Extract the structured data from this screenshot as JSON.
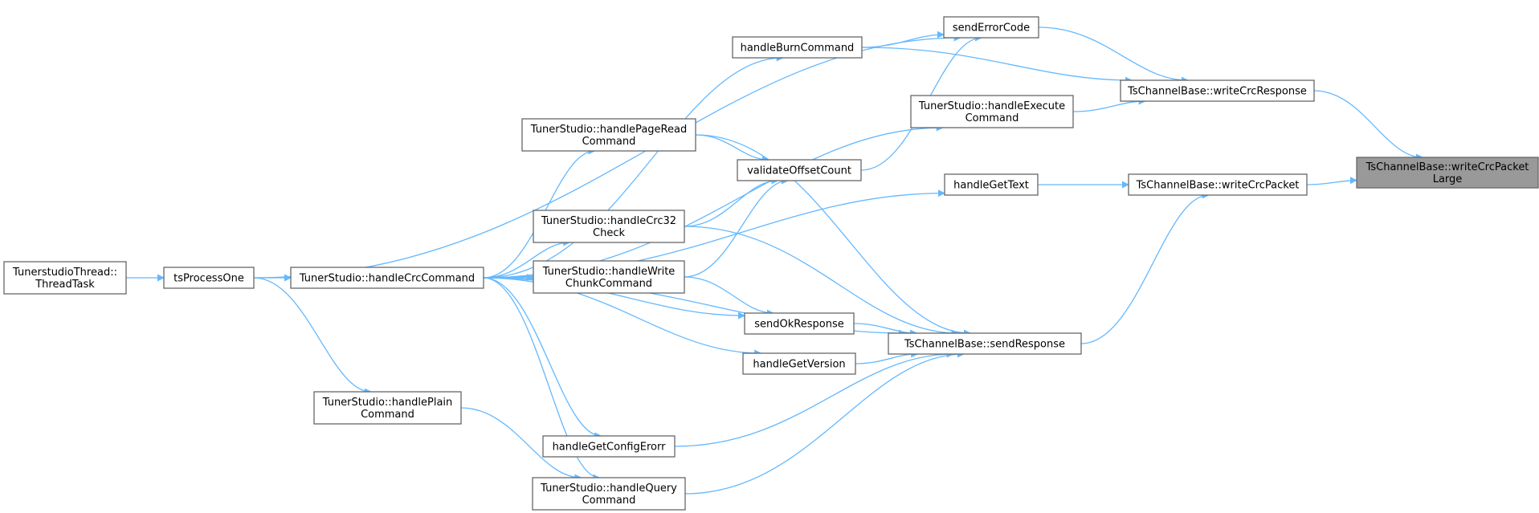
{
  "nodes": [
    {
      "id": "writeCrcPacketLarge",
      "lines": [
        "TsChannelBase::writeCrcPacket",
        "Large"
      ],
      "current": true
    },
    {
      "id": "writeCrcResponse",
      "lines": [
        "TsChannelBase::writeCrcResponse"
      ]
    },
    {
      "id": "writeCrcPacket",
      "lines": [
        "TsChannelBase::writeCrcPacket"
      ]
    },
    {
      "id": "sendErrorCode",
      "lines": [
        "sendErrorCode"
      ]
    },
    {
      "id": "handleBurnCommand",
      "lines": [
        "handleBurnCommand"
      ]
    },
    {
      "id": "handleExecuteCommand",
      "lines": [
        "TunerStudio::handleExecute",
        "Command"
      ]
    },
    {
      "id": "handlePageReadCommand",
      "lines": [
        "TunerStudio::handlePageRead",
        "Command"
      ]
    },
    {
      "id": "validateOffsetCount",
      "lines": [
        "validateOffsetCount"
      ]
    },
    {
      "id": "handleGetText",
      "lines": [
        "handleGetText"
      ]
    },
    {
      "id": "handleCrc32Check",
      "lines": [
        "TunerStudio::handleCrc32",
        "Check"
      ]
    },
    {
      "id": "handleWriteChunkCommand",
      "lines": [
        "TunerStudio::handleWrite",
        "ChunkCommand"
      ]
    },
    {
      "id": "sendOkResponse",
      "lines": [
        "sendOkResponse"
      ]
    },
    {
      "id": "sendResponse",
      "lines": [
        "TsChannelBase::sendResponse"
      ]
    },
    {
      "id": "handleGetVersion",
      "lines": [
        "handleGetVersion"
      ]
    },
    {
      "id": "handleGetConfigErorr",
      "lines": [
        "handleGetConfigErorr"
      ]
    },
    {
      "id": "handleQueryCommand",
      "lines": [
        "TunerStudio::handleQuery",
        "Command"
      ]
    },
    {
      "id": "handlePlainCommand",
      "lines": [
        "TunerStudio::handlePlain",
        "Command"
      ]
    },
    {
      "id": "handleCrcCommand",
      "lines": [
        "TunerStudio::handleCrcCommand"
      ]
    },
    {
      "id": "tsProcessOne",
      "lines": [
        "tsProcessOne"
      ]
    },
    {
      "id": "ThreadTask",
      "lines": [
        "TunerstudioThread::",
        "ThreadTask"
      ]
    }
  ],
  "edges": [
    {
      "from": "writeCrcResponse",
      "to": "writeCrcPacketLarge"
    },
    {
      "from": "writeCrcPacket",
      "to": "writeCrcPacketLarge"
    },
    {
      "from": "sendErrorCode",
      "to": "writeCrcResponse"
    },
    {
      "from": "handleBurnCommand",
      "to": "writeCrcResponse"
    },
    {
      "from": "handleExecuteCommand",
      "to": "writeCrcResponse"
    },
    {
      "from": "handleGetText",
      "to": "writeCrcPacket"
    },
    {
      "from": "sendResponse",
      "to": "writeCrcPacket"
    },
    {
      "from": "handleBurnCommand",
      "to": "sendErrorCode"
    },
    {
      "from": "validateOffsetCount",
      "to": "sendErrorCode"
    },
    {
      "from": "tsProcessOne",
      "to": "sendErrorCode"
    },
    {
      "from": "handleCrcCommand",
      "to": "handleBurnCommand"
    },
    {
      "from": "handleCrcCommand",
      "to": "handleExecuteCommand"
    },
    {
      "from": "handlePageReadCommand",
      "to": "validateOffsetCount"
    },
    {
      "from": "handleCrc32Check",
      "to": "validateOffsetCount"
    },
    {
      "from": "handleWriteChunkCommand",
      "to": "validateOffsetCount"
    },
    {
      "from": "handleCrcCommand",
      "to": "handlePageReadCommand"
    },
    {
      "from": "handleCrcCommand",
      "to": "handleGetText"
    },
    {
      "from": "handleCrcCommand",
      "to": "handleCrc32Check"
    },
    {
      "from": "handleCrcCommand",
      "to": "handleWriteChunkCommand"
    },
    {
      "from": "handleWriteChunkCommand",
      "to": "sendOkResponse"
    },
    {
      "from": "handleCrcCommand",
      "to": "sendOkResponse"
    },
    {
      "from": "handlePageReadCommand",
      "to": "sendResponse"
    },
    {
      "from": "handleCrc32Check",
      "to": "sendResponse"
    },
    {
      "from": "sendOkResponse",
      "to": "sendResponse"
    },
    {
      "from": "handleGetVersion",
      "to": "sendResponse"
    },
    {
      "from": "handleCrcCommand",
      "to": "sendResponse"
    },
    {
      "from": "handleGetConfigErorr",
      "to": "sendResponse"
    },
    {
      "from": "handleQueryCommand",
      "to": "sendResponse"
    },
    {
      "from": "handleCrcCommand",
      "to": "handleGetVersion"
    },
    {
      "from": "handleCrcCommand",
      "to": "handleGetConfigErorr"
    },
    {
      "from": "handleCrcCommand",
      "to": "handleQueryCommand"
    },
    {
      "from": "handlePlainCommand",
      "to": "handleQueryCommand"
    },
    {
      "from": "tsProcessOne",
      "to": "handleCrcCommand"
    },
    {
      "from": "tsProcessOne",
      "to": "handlePlainCommand"
    },
    {
      "from": "ThreadTask",
      "to": "tsProcessOne"
    }
  ],
  "colors": {
    "edge": "#63b8ff",
    "node_border": "#666666",
    "current_fill": "#999999"
  }
}
